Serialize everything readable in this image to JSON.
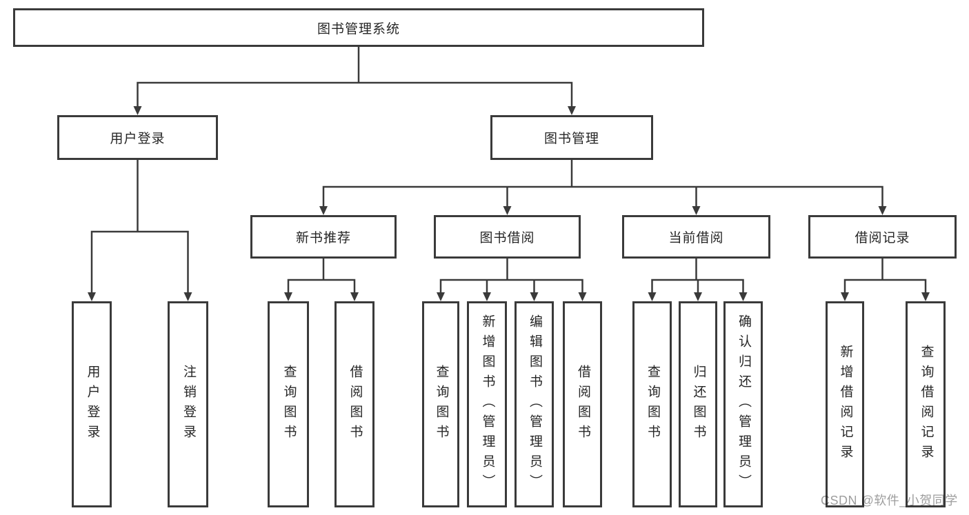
{
  "diagram": {
    "background": "#ffffff",
    "line_color": "#3a3a3a",
    "box_border_color": "#3a3a3a",
    "text_color": "#262626",
    "watermark": "CSDN @软件_小贺同学",
    "watermark_color": "#9e9e9e",
    "nodes": [
      {
        "id": "library-system",
        "parent": null,
        "label": "图书管理系统"
      },
      {
        "id": "user-login-module",
        "parent": "library-system",
        "label": "用户登录"
      },
      {
        "id": "book-management",
        "parent": "library-system",
        "label": "图书管理"
      },
      {
        "id": "user-login",
        "parent": "user-login-module",
        "label": "用户登录"
      },
      {
        "id": "logout",
        "parent": "user-login-module",
        "label": "注销登录"
      },
      {
        "id": "new-book-recommend",
        "parent": "book-management",
        "label": "新书推荐"
      },
      {
        "id": "book-borrowing",
        "parent": "book-management",
        "label": "图书借阅"
      },
      {
        "id": "current-borrowing",
        "parent": "book-management",
        "label": "当前借阅"
      },
      {
        "id": "borrowing-records",
        "parent": "book-management",
        "label": "借阅记录"
      },
      {
        "id": "query-books-1",
        "parent": "new-book-recommend",
        "label": "查询图书"
      },
      {
        "id": "borrow-books-1",
        "parent": "new-book-recommend",
        "label": "借阅图书"
      },
      {
        "id": "query-books-2",
        "parent": "book-borrowing",
        "label": "查询图书"
      },
      {
        "id": "add-books-admin",
        "parent": "book-borrowing",
        "label": "新增图书（管理员）"
      },
      {
        "id": "edit-books-admin",
        "parent": "book-borrowing",
        "label": "编辑图书（管理员）"
      },
      {
        "id": "borrow-books-2",
        "parent": "book-borrowing",
        "label": "借阅图书"
      },
      {
        "id": "query-books-3",
        "parent": "current-borrowing",
        "label": "查询图书"
      },
      {
        "id": "return-books",
        "parent": "current-borrowing",
        "label": "归还图书"
      },
      {
        "id": "confirm-return-admin",
        "parent": "current-borrowing",
        "label": "确认归还（管理员）"
      },
      {
        "id": "add-borrow-record",
        "parent": "borrowing-records",
        "label": "新增借阅记录"
      },
      {
        "id": "query-borrow-record",
        "parent": "borrowing-records",
        "label": "查询借阅记录"
      }
    ]
  }
}
